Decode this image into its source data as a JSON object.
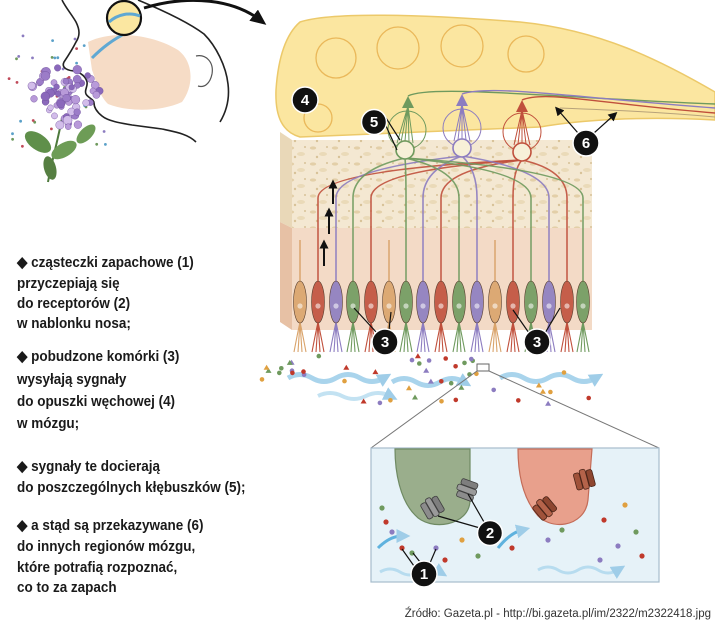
{
  "steps": [
    [
      "◆ cząsteczki zapachowe (1)",
      "przyczepiają się",
      "do receptorów (2)",
      "w nablonku nosa;"
    ],
    [
      "◆ pobudzone komórki (3)",
      "wysyłają sygnały",
      "do opuszki węchowej (4)",
      "w mózgu;"
    ],
    [
      "◆ sygnały te docierają",
      "do poszczególnych kłębuszków (5);"
    ],
    [
      "◆ a stąd są przekazywane (6)",
      "do innych regionów mózgu,",
      "które potrafią rozpoznać,",
      "co to za zapach"
    ]
  ],
  "markers": {
    "olfactory_bulb": "4",
    "glomeruli": "5",
    "signal_output": "6",
    "receptor_cells_left": "3",
    "receptor_cells_right": "3",
    "receptors": "2",
    "odor_molecules": "1"
  },
  "source": "Źródło: Gazeta.pl - http://bi.gazeta.pl/im/2322/m2322418.jpg",
  "colors": {
    "bulb": "#fbe6a0",
    "cell_green": "#6f9a5e",
    "cell_purple": "#8c7cc0",
    "cell_red": "#c0503c",
    "cell_tan": "#d9a36a",
    "airflow": "#a9d4ec",
    "inset_background": "#e6f2f8"
  }
}
